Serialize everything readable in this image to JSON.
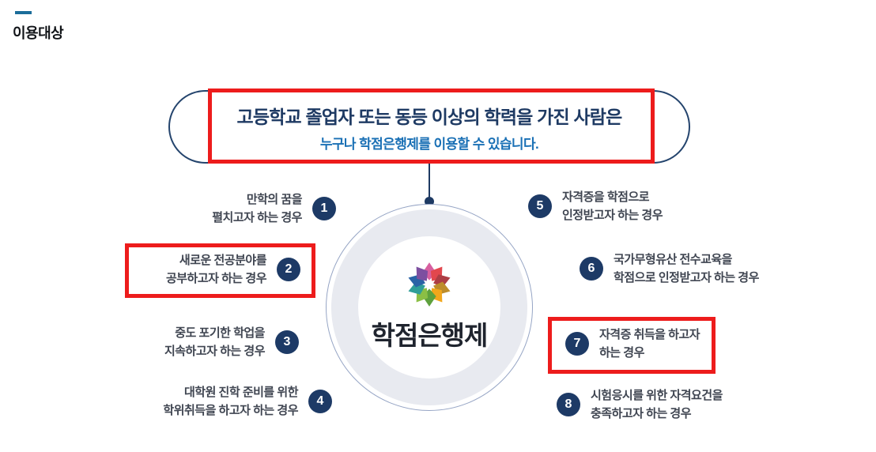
{
  "page": {
    "title": "이용대상"
  },
  "banner": {
    "line1": "고등학교 졸업자 또는 동등 이상의 학력을 가진 사람은",
    "line2": "누구나 학점은행제를 이용할 수 있습니다."
  },
  "center": {
    "logo_icon": "pinwheel-flower-icon",
    "logo_text": "학점은행제"
  },
  "items": [
    {
      "num": "1",
      "line1": "만학의 꿈을",
      "line2": "펼치고자 하는 경우",
      "side": "left",
      "highlighted": false
    },
    {
      "num": "2",
      "line1": "새로운 전공분야를",
      "line2": "공부하고자 하는 경우",
      "side": "left",
      "highlighted": true
    },
    {
      "num": "3",
      "line1": "중도 포기한 학업을",
      "line2": "지속하고자 하는 경우",
      "side": "left",
      "highlighted": false
    },
    {
      "num": "4",
      "line1": "대학원 진학 준비를 위한",
      "line2": "학위취득을 하고자 하는 경우",
      "side": "left",
      "highlighted": false
    },
    {
      "num": "5",
      "line1": "자격증을 학점으로",
      "line2": "인정받고자 하는 경우",
      "side": "right",
      "highlighted": false
    },
    {
      "num": "6",
      "line1": "국가무형유산 전수교육을",
      "line2": "학점으로 인정받고자 하는 경우",
      "side": "right",
      "highlighted": false
    },
    {
      "num": "7",
      "line1": "자격증 취득을 하고자",
      "line2": "하는 경우",
      "side": "right",
      "highlighted": true
    },
    {
      "num": "8",
      "line1": "시험응시를 위한 자격요건을",
      "line2": "충족하고자 하는 경우",
      "side": "right",
      "highlighted": false
    }
  ],
  "colors": {
    "navy": "#1e3a63",
    "badge_navy": "#1d3a66",
    "link_blue": "#1a70b5",
    "dash_blue": "#1b6d9a",
    "annotation_red": "#ed1c1c",
    "ring_gray": "#e8eaf0",
    "item_text": "#3f4551"
  }
}
